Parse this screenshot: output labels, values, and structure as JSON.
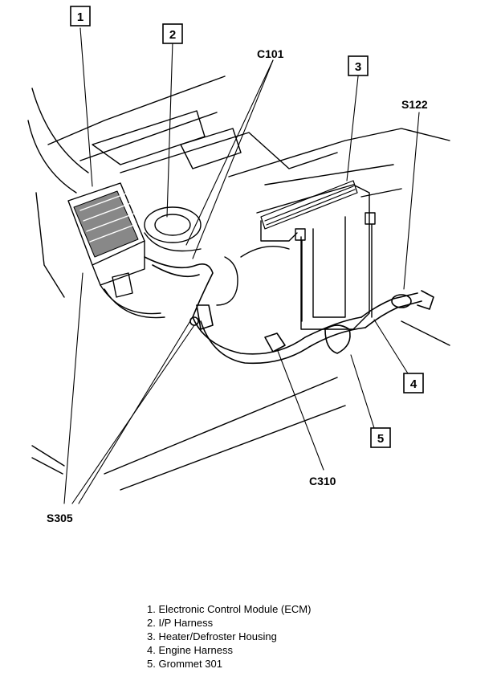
{
  "callouts": {
    "c1": "1",
    "c2": "2",
    "c3": "3",
    "c4": "4",
    "c5": "5"
  },
  "connectors": {
    "c101": "C101",
    "s122": "S122",
    "c310": "C310",
    "s305": "S305"
  },
  "legend": [
    "1. Electronic Control Module (ECM)",
    "2. I/P Harness",
    "3. Heater/Defroster Housing",
    "4. Engine Harness",
    "5. Grommet 301"
  ],
  "colors": {
    "ink": "#000000",
    "paper": "#ffffff"
  }
}
